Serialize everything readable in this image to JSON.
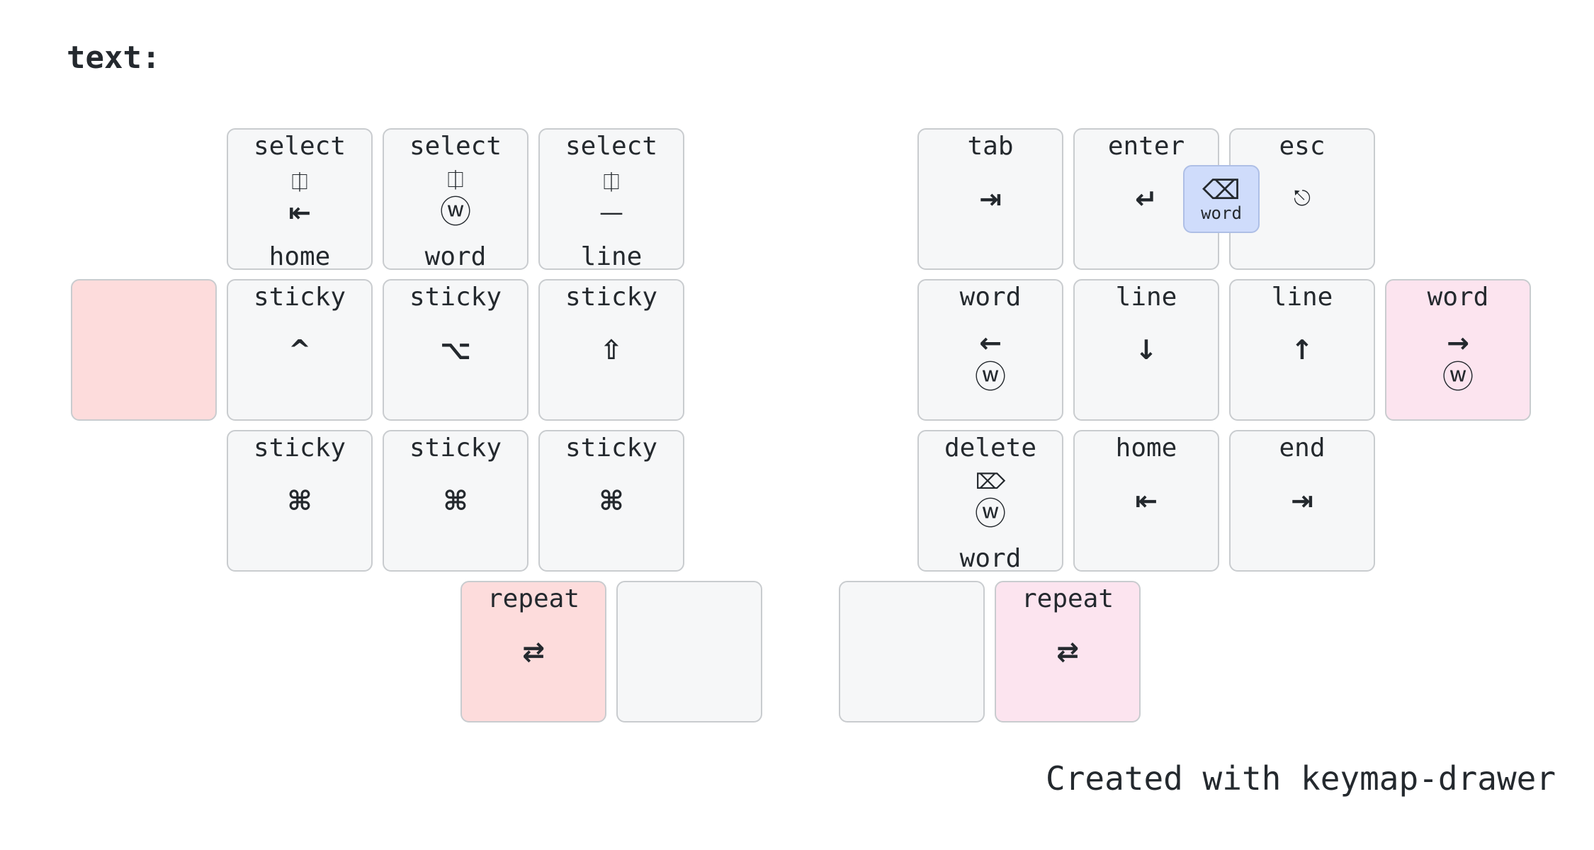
{
  "layer": {
    "title": "text:"
  },
  "keys": {
    "select_home": {
      "tap": "select",
      "icon1": "⎅",
      "icon2": "⇤",
      "hold": "home"
    },
    "select_word": {
      "tap": "select",
      "icon1": "⎅",
      "icon2": "ⓦ",
      "hold": "word"
    },
    "select_line": {
      "tap": "select",
      "icon1": "⎅",
      "icon2": "—",
      "hold": "line"
    },
    "tab": {
      "tap": "tab",
      "icon1": "⇥"
    },
    "enter": {
      "tap": "enter",
      "icon1": "↵"
    },
    "esc": {
      "tap": "esc",
      "icon1": "⎋"
    },
    "held_left": {
      "tap": ""
    },
    "sticky_ctrl": {
      "tap": "sticky",
      "icon1": "^"
    },
    "sticky_alt": {
      "tap": "sticky",
      "icon1": "⌥"
    },
    "sticky_shift": {
      "tap": "sticky",
      "icon1": "⇧"
    },
    "word_left": {
      "tap": "word",
      "icon1": "←",
      "icon2": "ⓦ"
    },
    "line_down": {
      "tap": "line",
      "icon1": "↓"
    },
    "line_up": {
      "tap": "line",
      "icon1": "↑"
    },
    "word_right": {
      "tap": "word",
      "icon1": "→",
      "icon2": "ⓦ"
    },
    "sticky_cmd_1": {
      "tap": "sticky",
      "icon1": "⌘"
    },
    "sticky_cmd_2": {
      "tap": "sticky",
      "icon1": "⌘"
    },
    "sticky_cmd_3": {
      "tap": "sticky",
      "icon1": "⌘"
    },
    "delete_word": {
      "tap": "delete",
      "icon1": "⌦",
      "icon2": "ⓦ",
      "hold": "word"
    },
    "home": {
      "tap": "home",
      "icon1": "⇤"
    },
    "end": {
      "tap": "end",
      "icon1": "⇥"
    },
    "repeat_left": {
      "tap": "repeat",
      "icon1": "⇄"
    },
    "thumb_left_blank": {
      "tap": ""
    },
    "thumb_right_blank": {
      "tap": ""
    },
    "repeat_right": {
      "tap": "repeat",
      "icon1": "⇄"
    }
  },
  "combo": {
    "icon": "⌫",
    "label": "word"
  },
  "footer": {
    "text": "Created with keymap-drawer"
  },
  "colors": {
    "key_bg": "#f6f7f8",
    "held_red": "#fddcdc",
    "held_pink": "#fce4ef",
    "combo_bg": "#cfdcfb",
    "border": "#c9cccf"
  }
}
